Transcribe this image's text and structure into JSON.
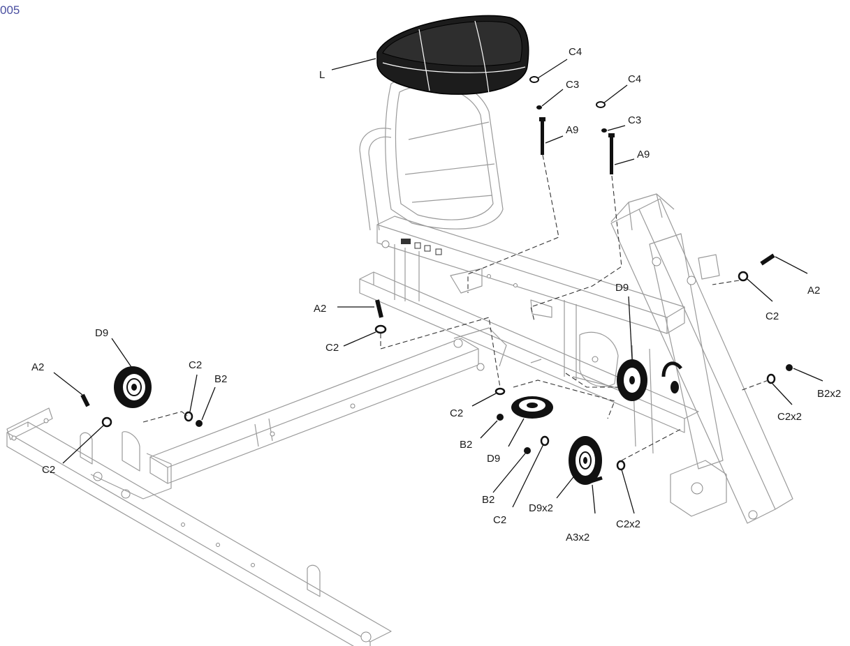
{
  "page_number": "005",
  "diagram": {
    "labels": [
      {
        "id": "lbl-L",
        "text": "L"
      },
      {
        "id": "lbl-C4-a",
        "text": "C4"
      },
      {
        "id": "lbl-C3-a",
        "text": "C3"
      },
      {
        "id": "lbl-A9-a",
        "text": "A9"
      },
      {
        "id": "lbl-C4-b",
        "text": "C4"
      },
      {
        "id": "lbl-C3-b",
        "text": "C3"
      },
      {
        "id": "lbl-A9-b",
        "text": "A9"
      },
      {
        "id": "lbl-A2-r",
        "text": "A2"
      },
      {
        "id": "lbl-C2-r",
        "text": "C2"
      },
      {
        "id": "lbl-D9-r",
        "text": "D9"
      },
      {
        "id": "lbl-A2-m",
        "text": "A2"
      },
      {
        "id": "lbl-C2-m",
        "text": "C2"
      },
      {
        "id": "lbl-D9-l",
        "text": "D9"
      },
      {
        "id": "lbl-A2-l",
        "text": "A2"
      },
      {
        "id": "lbl-C2-l1",
        "text": "C2"
      },
      {
        "id": "lbl-B2-l",
        "text": "B2"
      },
      {
        "id": "lbl-C2-l2",
        "text": "C2"
      },
      {
        "id": "lbl-B2x2",
        "text": "B2x2"
      },
      {
        "id": "lbl-C2x2-r",
        "text": "C2x2"
      },
      {
        "id": "lbl-C2-c",
        "text": "C2"
      },
      {
        "id": "lbl-B2-c",
        "text": "B2"
      },
      {
        "id": "lbl-D9-c",
        "text": "D9"
      },
      {
        "id": "lbl-B2-c2",
        "text": "B2"
      },
      {
        "id": "lbl-C2-c2",
        "text": "C2"
      },
      {
        "id": "lbl-D9x2",
        "text": "D9x2"
      },
      {
        "id": "lbl-A3x2",
        "text": "A3x2"
      },
      {
        "id": "lbl-C2x2-c",
        "text": "C2x2"
      }
    ]
  }
}
